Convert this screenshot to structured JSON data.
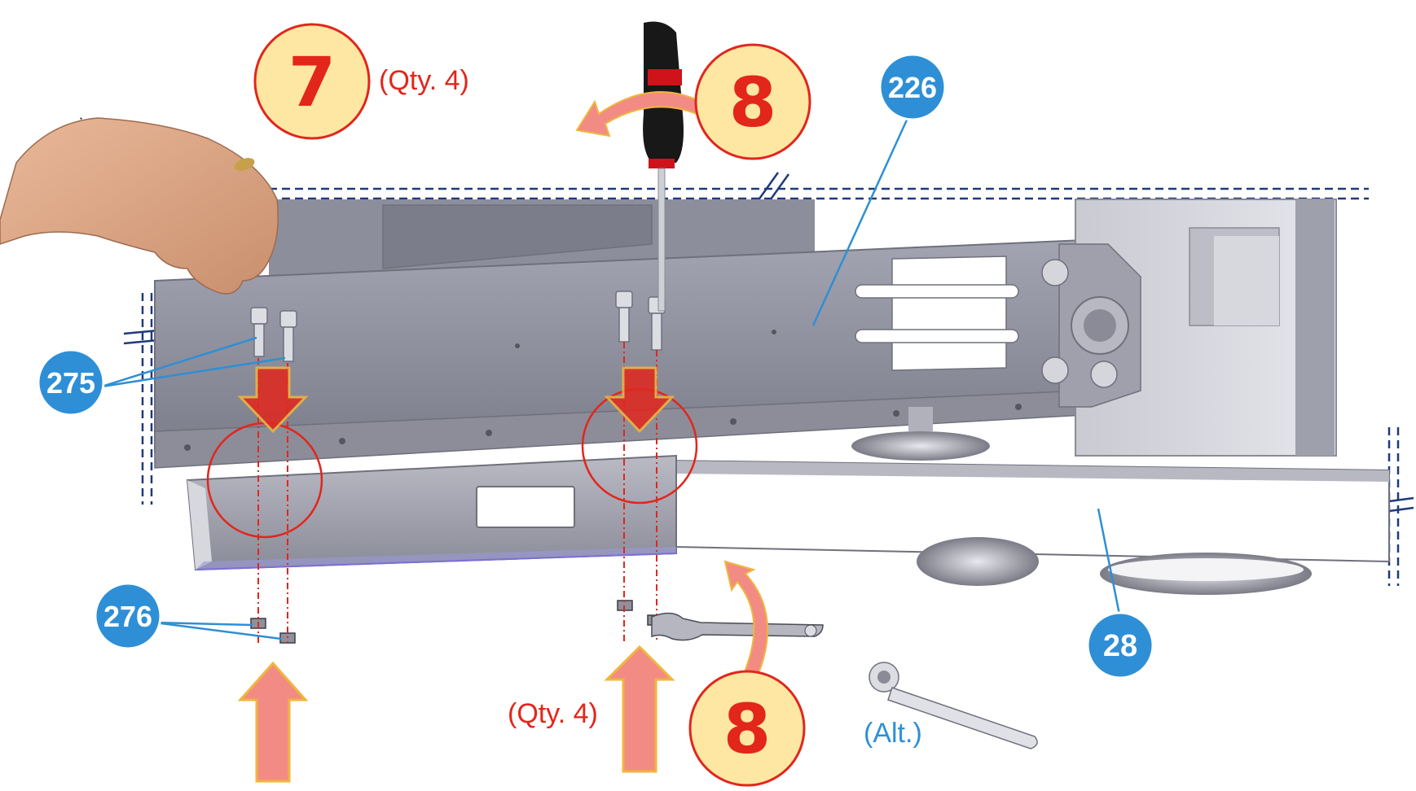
{
  "steps": {
    "seven": {
      "number": "7",
      "qty": "(Qty. 4)"
    },
    "eight_top": {
      "number": "8"
    },
    "eight_bottom": {
      "number": "8",
      "qty": "(Qty. 4)",
      "alt": "(Alt.)"
    }
  },
  "callouts": {
    "part_226": "226",
    "part_275": "275",
    "part_276": "276",
    "part_28": "28"
  },
  "colors": {
    "step_ring": "#e2261c",
    "step_fill": "#fde7a2",
    "step_text": "#e2261c",
    "qty_text": "#e2261c",
    "callout_blue": "#2e8fd6",
    "alt_text": "#2e8fd6",
    "leader_blue": "#2e8fd6",
    "arrow_fill": "#f28b84",
    "arrow_stroke": "#f0b63c",
    "break_line": "#1f3a7a",
    "frame_grey": "#9a9aa6",
    "frame_dark": "#6f707c"
  },
  "icons": [
    "hand-icon",
    "screwdriver-icon",
    "wrench-icon",
    "ratchet-icon",
    "rotation-arrow-icon",
    "down-arrow-icon",
    "up-arrow-icon"
  ]
}
